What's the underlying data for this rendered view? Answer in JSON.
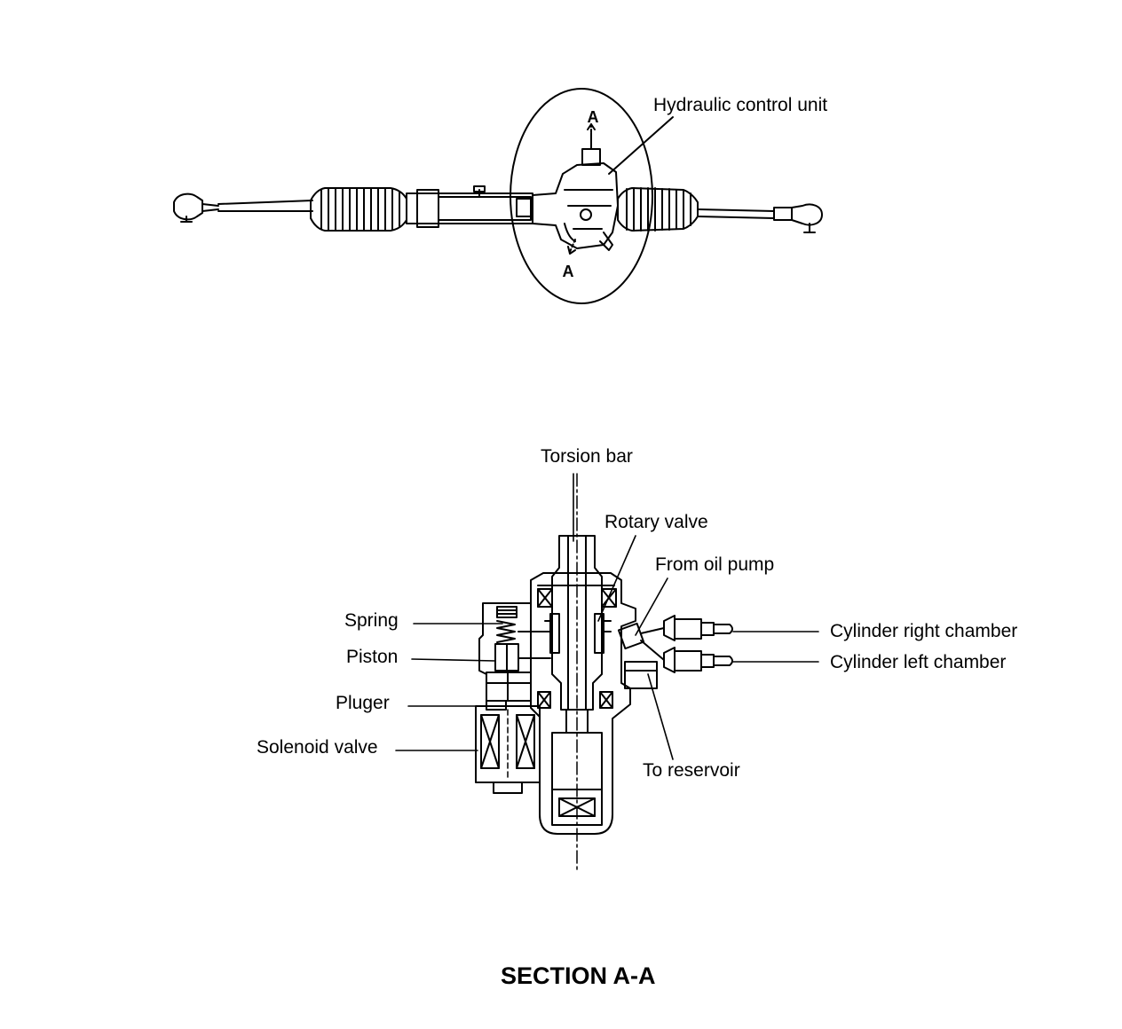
{
  "top_view": {
    "callout": "Hydraulic control unit",
    "section_marker_top": "A",
    "section_marker_bottom": "A"
  },
  "section_view": {
    "labels": {
      "torsion_bar": "Torsion bar",
      "rotary_valve": "Rotary valve",
      "from_oil_pump": "From oil pump",
      "spring": "Spring",
      "piston": "Piston",
      "pluger": "Pluger",
      "solenoid_valve": "Solenoid valve",
      "to_reservoir": "To reservoir",
      "cylinder_right_chamber": "Cylinder right chamber",
      "cylinder_left_chamber": "Cylinder left chamber"
    }
  },
  "caption": "SECTION A-A"
}
